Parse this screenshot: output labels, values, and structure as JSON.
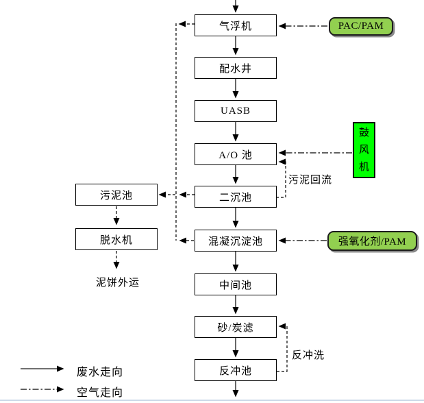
{
  "diagram": {
    "type": "wastewater-treatment-process-flow",
    "colors": {
      "chemical_box_fill": "#92d050",
      "blower_box_fill": "#00ff00",
      "box_border": "#000000",
      "wastewater_line": "#404040",
      "air_and_sludge_lines": "#000000",
      "bottom_edge_line": "#ccd9e8"
    },
    "main_flow": [
      {
        "label": "气浮机"
      },
      {
        "label": "配水井"
      },
      {
        "label": "UASB"
      },
      {
        "label": "A/O 池"
      },
      {
        "label": "二沉池"
      },
      {
        "label": "混凝沉淀池"
      },
      {
        "label": "中间池"
      },
      {
        "label": "砂/炭滤"
      },
      {
        "label": "反冲池"
      }
    ],
    "sludge_branch": [
      {
        "label": "污泥池"
      },
      {
        "label": "脱水机"
      }
    ],
    "sludge_output_label": "泥饼外运",
    "chemical_inputs": [
      {
        "label": "PAC/PAM",
        "target": "气浮机"
      },
      {
        "label": "鼓风机",
        "target": "A/O 池"
      },
      {
        "label": "强氧化剂/PAM",
        "target": "混凝沉淀池"
      }
    ],
    "annotations": {
      "sludge_return": "污泥回流",
      "backwash": "反冲洗"
    },
    "legend": [
      {
        "line_style": "solid",
        "label": "废水走向"
      },
      {
        "line_style": "dash-dot",
        "label": "空气走向"
      }
    ]
  }
}
